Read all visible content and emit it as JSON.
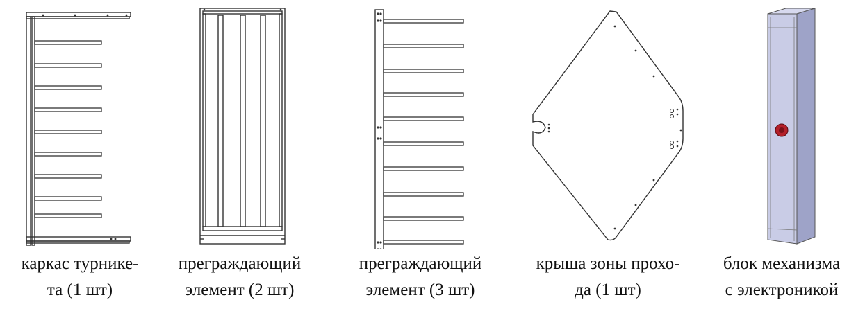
{
  "parts": [
    {
      "caption_line1": "каркас турнике-",
      "caption_line2": "та (1 шт)"
    },
    {
      "caption_line1": "преграждающий",
      "caption_line2": "элемент (2 шт)"
    },
    {
      "caption_line1": "преграждающий",
      "caption_line2": "элемент (3 шт)"
    },
    {
      "caption_line1": "крыша зоны прохо-",
      "caption_line2": "да (1 шт)"
    },
    {
      "caption_line1": "блок механизма",
      "caption_line2": "с электроникой"
    }
  ],
  "colors": {
    "line": "#333333",
    "unit_face": "#c9cce6",
    "unit_side": "#9ea3c8",
    "button": "#b3202a"
  }
}
